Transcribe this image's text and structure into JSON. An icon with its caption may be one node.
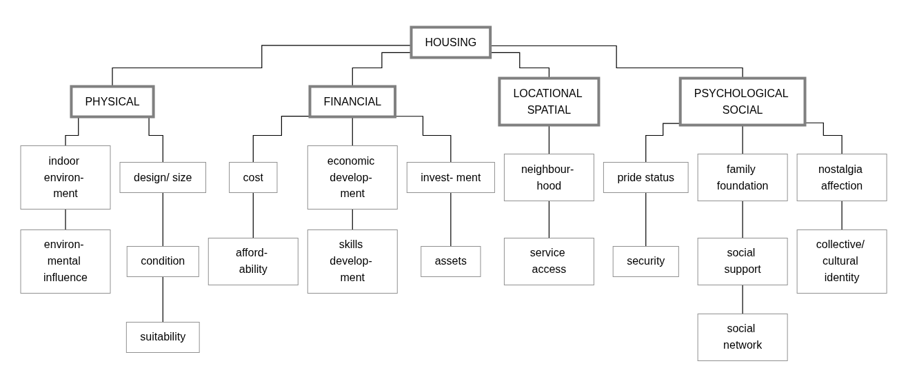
{
  "diagram": {
    "nodes": [
      {
        "text": [
          "HOUSING"
        ]
      },
      {
        "text": [
          "PHYSICAL"
        ]
      },
      {
        "text": [
          "FINANCIAL"
        ]
      },
      {
        "text": [
          "LOCATIONAL SPATIAL"
        ]
      },
      {
        "text": [
          "PSYCHOLOGICAL SOCIAL"
        ]
      },
      {
        "text": [
          "indoor environ- ment"
        ]
      },
      {
        "text": [
          "design/ size"
        ]
      },
      {
        "text": [
          "cost"
        ]
      },
      {
        "text": [
          "economic develop- ment"
        ]
      },
      {
        "text": [
          "invest- ment"
        ]
      },
      {
        "text": [
          "neighbour- hood"
        ]
      },
      {
        "text": [
          "pride status"
        ]
      },
      {
        "text": [
          "family foundation"
        ]
      },
      {
        "text": [
          "nostalgia affection"
        ]
      },
      {
        "text": [
          "environ- mental influence"
        ]
      },
      {
        "text": [
          "condition"
        ]
      },
      {
        "text": [
          "suitability"
        ]
      },
      {
        "text": [
          "afford- ability"
        ]
      },
      {
        "text": [
          "skills develop- ment"
        ]
      },
      {
        "text": [
          "assets"
        ]
      },
      {
        "text": [
          "service access"
        ]
      },
      {
        "text": [
          "security"
        ]
      },
      {
        "text": [
          "social support"
        ]
      },
      {
        "text": [
          "social network"
        ]
      },
      {
        "text": [
          "collective/ cultural identity"
        ]
      }
    ],
    "edges": [
      {
        "from": 0,
        "to": 1,
        "arrow": "none"
      },
      {
        "from": 0,
        "to": 2,
        "arrow": "none"
      },
      {
        "from": 0,
        "to": 3,
        "arrow": "none"
      },
      {
        "from": 0,
        "to": 4,
        "arrow": "none"
      },
      {
        "from": 1,
        "to": 5,
        "arrow": "none"
      },
      {
        "from": 1,
        "to": 6,
        "arrow": "none"
      },
      {
        "from": 2,
        "to": 7,
        "arrow": "none"
      },
      {
        "from": 2,
        "to": 8,
        "arrow": "none"
      },
      {
        "from": 2,
        "to": 9,
        "arrow": "none"
      },
      {
        "from": 3,
        "to": 10,
        "arrow": "none"
      },
      {
        "from": 4,
        "to": 11,
        "arrow": "none"
      },
      {
        "from": 4,
        "to": 12,
        "arrow": "none"
      },
      {
        "from": 4,
        "to": 13,
        "arrow": "none"
      },
      {
        "from": 5,
        "to": 14,
        "arrow": "none"
      },
      {
        "from": 6,
        "to": 15,
        "arrow": "none"
      },
      {
        "from": 15,
        "to": 16,
        "arrow": "none"
      },
      {
        "from": 7,
        "to": 17,
        "arrow": "none"
      },
      {
        "from": 8,
        "to": 18,
        "arrow": "none"
      },
      {
        "from": 9,
        "to": 19,
        "arrow": "none"
      },
      {
        "from": 10,
        "to": 20,
        "arrow": "none"
      },
      {
        "from": 11,
        "to": 21,
        "arrow": "none"
      },
      {
        "from": 12,
        "to": 22,
        "arrow": "none"
      },
      {
        "from": 22,
        "to": 23,
        "arrow": "none"
      },
      {
        "from": 13,
        "to": 24,
        "arrow": "none"
      }
    ]
  }
}
